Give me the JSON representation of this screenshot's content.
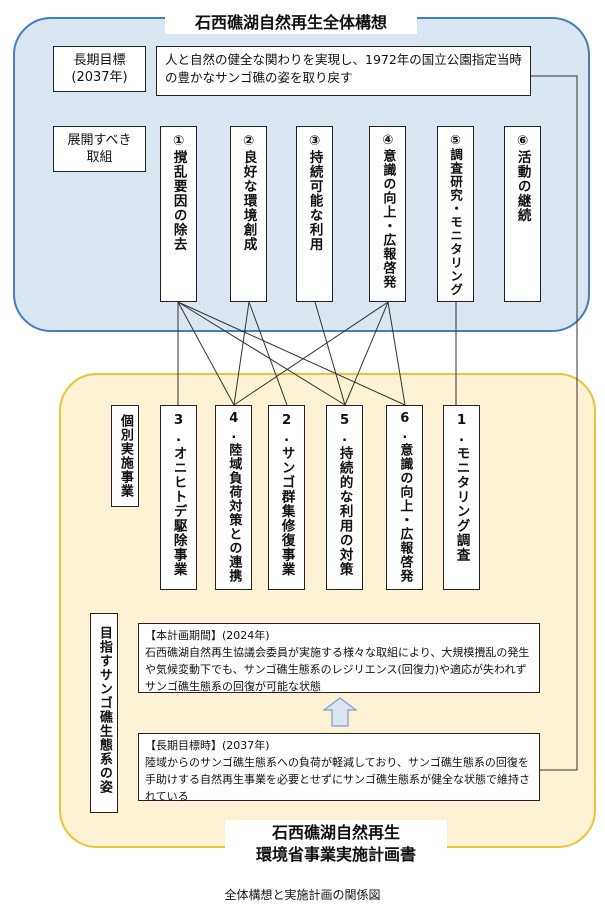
{
  "top_title": "石西礁湖自然再生全体構想",
  "long_term_goal": {
    "label_line1": "長期目標",
    "label_line2": "(2037年)",
    "text": "人と自然の健全な関わりを実現し、1972年の国立公園指定当時の豊かなサンゴ礁の姿を取り戻す"
  },
  "initiatives": {
    "label_line1": "展開すべき",
    "label_line2": "取組",
    "items": [
      {
        "num": "①",
        "text": "撹乱要因の除去"
      },
      {
        "num": "②",
        "text": "良好な環境創成"
      },
      {
        "num": "③",
        "text": "持続可能な利用"
      },
      {
        "num": "④",
        "text": "意識の向上・広報啓発"
      },
      {
        "num": "⑤",
        "text": "調査研究・モニタリング"
      },
      {
        "num": "⑥",
        "text": "活動の継続"
      }
    ]
  },
  "projects": {
    "label": "個別実施事業",
    "items": [
      {
        "num": "3.",
        "text": "オニヒトデ駆除事業"
      },
      {
        "num": "4.",
        "text": "陸域負荷対策との連携"
      },
      {
        "num": "2.",
        "text": "サンゴ群集修復事業"
      },
      {
        "num": "5.",
        "text": "持続的な利用の対策"
      },
      {
        "num": "6.",
        "text": "意識の向上・広報啓発"
      },
      {
        "num": "1.",
        "text": "モニタリング調査"
      }
    ]
  },
  "target_state": {
    "label": "目指すサンゴ礁生態系の姿",
    "plan_period": {
      "heading": "【本計画期間】(2024年)",
      "text": "石西礁湖自然再生協議会委員が実施する様々な取組により、大規模攪乱の発生や気候変動下でも、サンゴ礁生態系のレジリエンス(回復力)や適応が失われずサンゴ礁生態系の回復が可能な状態"
    },
    "long_term": {
      "heading": "【長期目標時】(2037年)",
      "text": "陸域からのサンゴ礁生態系への負荷が軽減しており、サンゴ礁生態系の回復を手助けする自然再生事業を必要とせずにサンゴ礁生態系が健全な状態で維持されている"
    }
  },
  "bottom_title": {
    "line1": "石西礁湖自然再生",
    "line2": "環境省事業実施計画書"
  },
  "caption": "全体構想と実施計画の関係図",
  "colors": {
    "top_panel_fill": "#dae6f2",
    "top_panel_border": "#3f7fc4",
    "bottom_panel_fill": "#fdf2d4",
    "bottom_panel_border": "#f0c238",
    "arrow_fill": "#dbe6f2",
    "arrow_border": "#7d9fc6"
  }
}
